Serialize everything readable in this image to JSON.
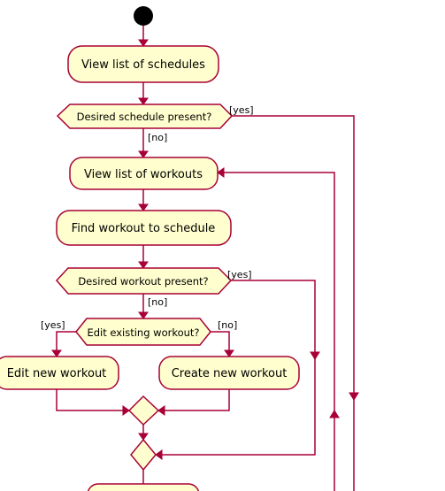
{
  "diagram": {
    "type": "activity",
    "colors": {
      "line": "#a80036",
      "fill": "#fefece",
      "start": "#000000"
    },
    "activities": {
      "view_schedules": "View list of schedules",
      "view_workouts": "View list of workouts",
      "find_workout": "Find workout to schedule",
      "edit_new": "Edit new workout",
      "create_new": "Create new workout"
    },
    "decisions": {
      "schedule_present": "Desired schedule present?",
      "workout_present": "Desired workout present?",
      "edit_existing": "Edit existing workout?"
    },
    "guards": {
      "schedule_yes": "[yes]",
      "schedule_no": "[no]",
      "workout_yes": "[yes]",
      "workout_no": "[no]",
      "edit_yes": "[yes]",
      "edit_no": "[no]"
    }
  }
}
